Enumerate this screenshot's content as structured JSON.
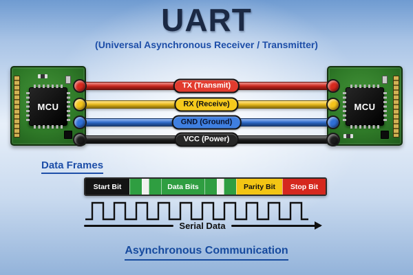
{
  "title": "UART",
  "subtitle": "(Universal Asynchronous Receiver / Transmitter)",
  "mcu_left": "MCU",
  "mcu_right": "MCU",
  "colors": {
    "background_top": "#6f9bd1",
    "background_center": "#e7eff9",
    "title": "#1b2944",
    "accent_blue": "#1d4ea8",
    "board_green": "#2f7a28"
  },
  "wires": [
    {
      "label": "TX (Transmit)",
      "color": "#d7281e",
      "label_bg": "#e23b2e",
      "label_fg": "#ffffff"
    },
    {
      "label": "RX (Receive)",
      "color": "#f4c31a",
      "label_bg": "#f6ca1c",
      "label_fg": "#111111"
    },
    {
      "label": "GND (Ground)",
      "color": "#2f6fd6",
      "label_bg": "#3f7fe0",
      "label_fg": "#08112b"
    },
    {
      "label": "VCC (Power)",
      "color": "#1c1c1c",
      "label_bg": "#262626",
      "label_fg": "#ffffff"
    }
  ],
  "data_frames": {
    "heading": "Data Frames",
    "segments": [
      {
        "label": "Start Bit",
        "bg": "#141414",
        "fg": "#ffffff"
      },
      {
        "label": "",
        "bg": "#2f9e41",
        "fg": "#ffffff"
      },
      {
        "label": "",
        "bg": "#f1f1ee",
        "fg": "#111111"
      },
      {
        "label": "",
        "bg": "#2f9e41",
        "fg": "#ffffff"
      },
      {
        "label": "Data Bits",
        "bg": "#2f9e41",
        "fg": "#ffffff"
      },
      {
        "label": "",
        "bg": "#2f9e41",
        "fg": "#ffffff"
      },
      {
        "label": "",
        "bg": "#f1f1ee",
        "fg": "#111111"
      },
      {
        "label": "",
        "bg": "#2f9e41",
        "fg": "#ffffff"
      },
      {
        "label": "Parity Bit",
        "bg": "#f3c514",
        "fg": "#111111"
      },
      {
        "label": "Stop Bit",
        "bg": "#d5281e",
        "fg": "#ffffff"
      }
    ]
  },
  "signal": {
    "label": "Serial Data"
  },
  "footer": "Asynchronous Communication"
}
